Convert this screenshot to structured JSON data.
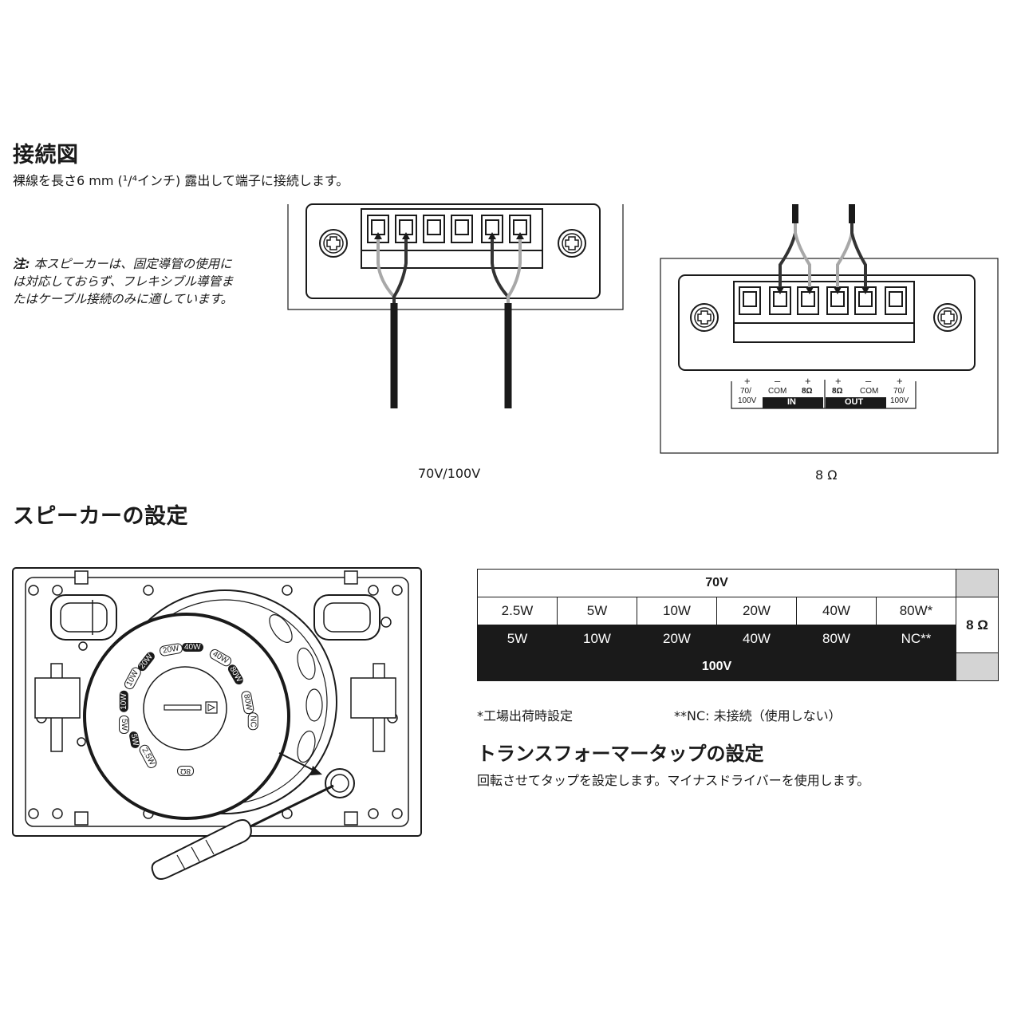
{
  "connection": {
    "title": "接続図",
    "instruction": "裸線を長さ6 mm (¹/⁴インチ) 露出して端子に接続します。",
    "note_label": "注:",
    "note_text_1": "本スピーカーは、固定導管の使用に",
    "note_text_2": "は対応しておらず、フレキシブル導管ま",
    "note_text_3": "たはケーブル接続のみに適しています。",
    "caption_70v": "70V/100V",
    "caption_8ohm": "8 Ω",
    "terminal_labels": {
      "plus": "+",
      "minus": "–",
      "t1": "70/",
      "t1b": "100V",
      "com": "COM",
      "ohm": "8Ω",
      "in": "IN",
      "out": "OUT"
    }
  },
  "speaker_settings": {
    "title": "スピーカーの設定",
    "dial_labels": [
      "2.5W",
      "5W",
      "5W",
      "10W",
      "10W",
      "20W",
      "20W",
      "40W",
      "40W",
      "80W",
      "80W",
      "NC",
      "8Ω"
    ]
  },
  "tap_table": {
    "header_70v": "70V",
    "header_100v": "100V",
    "ohm_label": "8 Ω",
    "row_70v": [
      "2.5W",
      "5W",
      "10W",
      "20W",
      "40W",
      "80W*"
    ],
    "row_100v": [
      "5W",
      "10W",
      "20W",
      "40W",
      "80W",
      "NC**"
    ],
    "footnote_factory": "*工場出荷時設定",
    "footnote_nc": "**NC: 未接続（使用しない）"
  },
  "transformer": {
    "title": "トランスフォーマータップの設定",
    "instruction": "回転させてタップを設定します。マイナスドライバーを使用します。"
  },
  "colors": {
    "ink": "#1a1a1a",
    "grey_wire": "#a8a8a8",
    "grey_cell": "#d4d4d4"
  }
}
